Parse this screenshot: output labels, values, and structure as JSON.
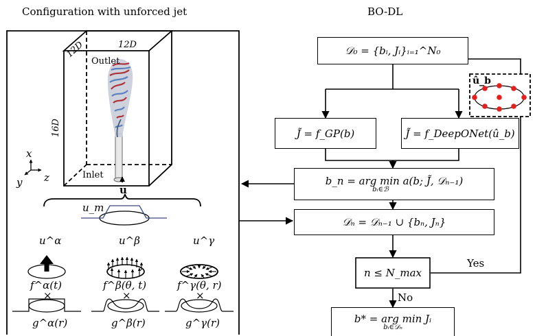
{
  "left_title": "Configuration with unforced jet",
  "right_title": "BO-DL",
  "domain": {
    "dim_12d_top": "12D",
    "dim_12d_depth": "12D",
    "dim_16d": "16D",
    "outlet": "Outlet",
    "inlet": "Inlet",
    "axis_x": "x",
    "axis_y": "y",
    "axis_z": "z"
  },
  "velocity": {
    "u": "u",
    "u_m": "u_m",
    "u_alpha": "u^α",
    "u_beta": "u^β",
    "u_gamma": "u^γ",
    "f_alpha": "f^α(t)",
    "f_beta": "f^β(θ, t)",
    "f_gamma": "f^γ(θ, r)",
    "times": "×",
    "g_alpha": "g^α(r)",
    "g_beta": "g^β(r)",
    "g_gamma": "g^γ(r)"
  },
  "flow": {
    "d0": "𝒟₀ = {bᵢ, Jᵢ}ᵢ₌₁^N₀",
    "ub": "û_b",
    "gp": "J̃ = f_GP(b)",
    "deeponet": "J̃ = f_DeepONet(û_b)",
    "bn": "b_n = arg min a(b; J̃, 𝒟ₙ₋₁)",
    "bn_sub": "bᵢ∈ℬ",
    "dn": "𝒟ₙ = 𝒟ₙ₋₁ ∪ {bₙ, Jₙ}",
    "cond": "n ≤ N_max",
    "yes": "Yes",
    "no": "No",
    "bstar": "b* = arg min Jᵢ",
    "bstar_sub": "bᵢ∈𝒟ₙ"
  }
}
